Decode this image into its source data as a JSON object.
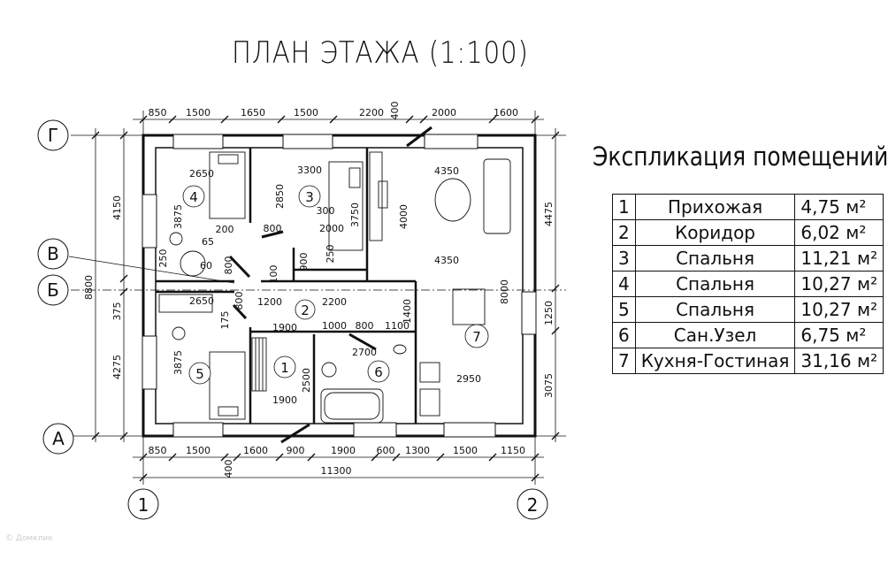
{
  "title": "ПЛАН ЭТАЖА (1:100)",
  "explication": {
    "title": "Экспликация помещений",
    "rows": [
      {
        "n": "1",
        "name": "Прихожая",
        "area": "4,75 м²"
      },
      {
        "n": "2",
        "name": "Коридор",
        "area": "6,02 м²"
      },
      {
        "n": "3",
        "name": "Спальня",
        "area": "11,21 м²"
      },
      {
        "n": "4",
        "name": "Спальня",
        "area": "10,27 м²"
      },
      {
        "n": "5",
        "name": "Спальня",
        "area": "10,27 м²"
      },
      {
        "n": "6",
        "name": "Сан.Узел",
        "area": "6,75 м²"
      },
      {
        "n": "7",
        "name": "Кухня-Гостиная",
        "area": "31,16 м²"
      }
    ]
  },
  "axes": {
    "g": "Г",
    "v": "В",
    "b": "Б",
    "a": "А",
    "one": "1",
    "two": "2"
  },
  "dims": {
    "top": [
      "850",
      "1500",
      "1650",
      "1500",
      "2200",
      "400",
      "2000",
      "1600"
    ],
    "bottom": [
      "850",
      "1500",
      "1600",
      "900",
      "1900",
      "600",
      "1300",
      "1500",
      "1150"
    ],
    "bottom_total": "11300",
    "bottom_small": "400",
    "left": [
      "4150",
      "8800",
      "375",
      "4275"
    ],
    "right": [
      "4475",
      "1250",
      "3075"
    ]
  },
  "inner": {
    "r4_w": "2650",
    "r4_h": "3875",
    "r4_a": "200",
    "r4_b": "65",
    "r4_c": "250",
    "r4_d": "60",
    "r3_w": "3300",
    "r3_h": "2850",
    "r3_a": "300",
    "r3_b": "2000",
    "r3_c": "3750",
    "r3_d": "900",
    "r3_e": "250",
    "r3_f": "800",
    "r3_g": "800",
    "r3_h2": "100",
    "r7_w": "4350",
    "r7_h": "4000",
    "r7_w2": "4350",
    "r7_h2": "8000",
    "r7_k": "2950",
    "r2_a": "1200",
    "r2_b": "2200",
    "r2_c": "175",
    "r2_d": "800",
    "r5_w": "2650",
    "r5_h": "3875",
    "r1_a": "1900",
    "r1_b": "2500",
    "r1_c": "1900",
    "r6_a": "1000",
    "r6_b": "800",
    "r6_c": "1100",
    "r6_d": "2700",
    "r6_e": "1400"
  },
  "rooms": {
    "r1": "1",
    "r2": "2",
    "r3": "3",
    "r4": "4",
    "r5": "5",
    "r6": "6",
    "r7": "7"
  },
  "watermark": "© Домклик"
}
